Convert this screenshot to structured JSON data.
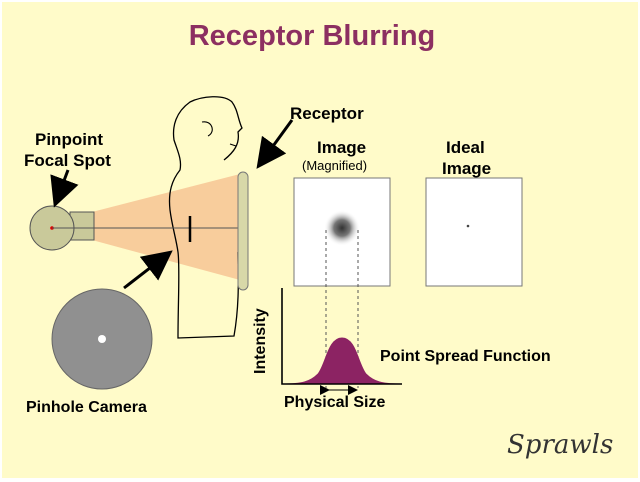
{
  "title": "Receptor Blurring",
  "labels": {
    "receptor": "Receptor",
    "pinpoint_line1": "Pinpoint",
    "pinpoint_line2": "Focal Spot",
    "image": "Image",
    "magnified": "(Magnified)",
    "ideal_line1": "Ideal",
    "ideal_line2": "Image",
    "intensity": "Intensity",
    "psf": "Point Spread Function",
    "physical_size": "Physical Size",
    "pinhole_camera": "Pinhole Camera",
    "signature": "Sprawls"
  },
  "colors": {
    "title": "#8c2f61",
    "background": "#fffbc9",
    "focal_spot": "#c9c99a",
    "beam": "#f7c494",
    "receptor": "#d8d8a8",
    "camera": "#909090",
    "psf_fill": "#8c2363"
  }
}
